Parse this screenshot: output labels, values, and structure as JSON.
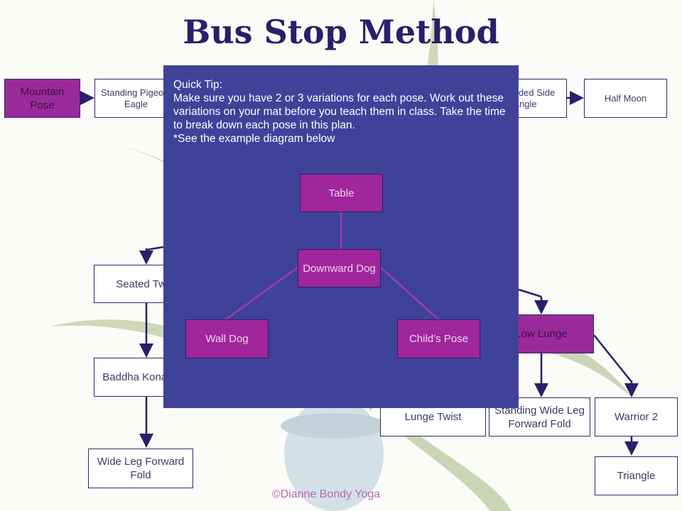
{
  "title": "Bus Stop Method",
  "footer": "©Dianne Bondy Yoga",
  "nodes": {
    "mountain": "Mountain Pose",
    "standing_pigeon": "Standing Pigeon/ Eagle",
    "extended_side_angle": "Extended Side Angle",
    "half_moon": "Half Moon",
    "seated_twist": "Seated Twist",
    "baddha_konasana": "Baddha Konasana",
    "wide_leg_forward_fold": "Wide Leg Forward Fold",
    "low_lunge": "Low Lunge",
    "lunge_twist": "Lunge Twist",
    "standing_wide_leg": "Standing Wide Leg Forward Fold",
    "warrior2": "Warrior 2",
    "triangle": "Triangle"
  },
  "tip": {
    "heading": "Quick Tip:",
    "body": "Make sure you have 2 or 3 variations for each pose. Work out these variations on your mat before you teach them in class. Take the time to break down each pose in this plan.",
    "note": "*See the example diagram below"
  },
  "example": {
    "table": "Table",
    "downward_dog": "Downward Dog",
    "wall_dog": "Wall Dog",
    "childs_pose": "Child’s Pose"
  },
  "colors": {
    "magenta": "#a0269c",
    "overlay": "#3f4299",
    "navy": "#2a1f6a"
  }
}
